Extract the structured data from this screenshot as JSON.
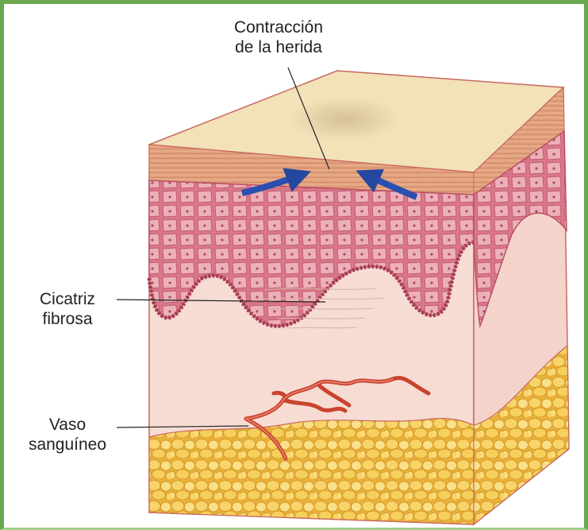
{
  "labels": {
    "wound_contraction": [
      "Contracción",
      "de la herida"
    ],
    "fibrous_scar": [
      "Cicatriz",
      "fibrosa"
    ],
    "blood_vessel": [
      "Vaso",
      "sanguíneo"
    ]
  },
  "colors": {
    "frame": "#6aa84f",
    "surface": "#f3e1b8",
    "dermis": "#f7dcd4",
    "epidermis": "#d9788a",
    "epidermis_cells": "#e6a2ae",
    "contracting_tissue": "#e3a27e",
    "fat": "#f2c64a",
    "vessel": "#c9432e",
    "arrows": "#2a4fb0",
    "outline": "#c8685f"
  }
}
